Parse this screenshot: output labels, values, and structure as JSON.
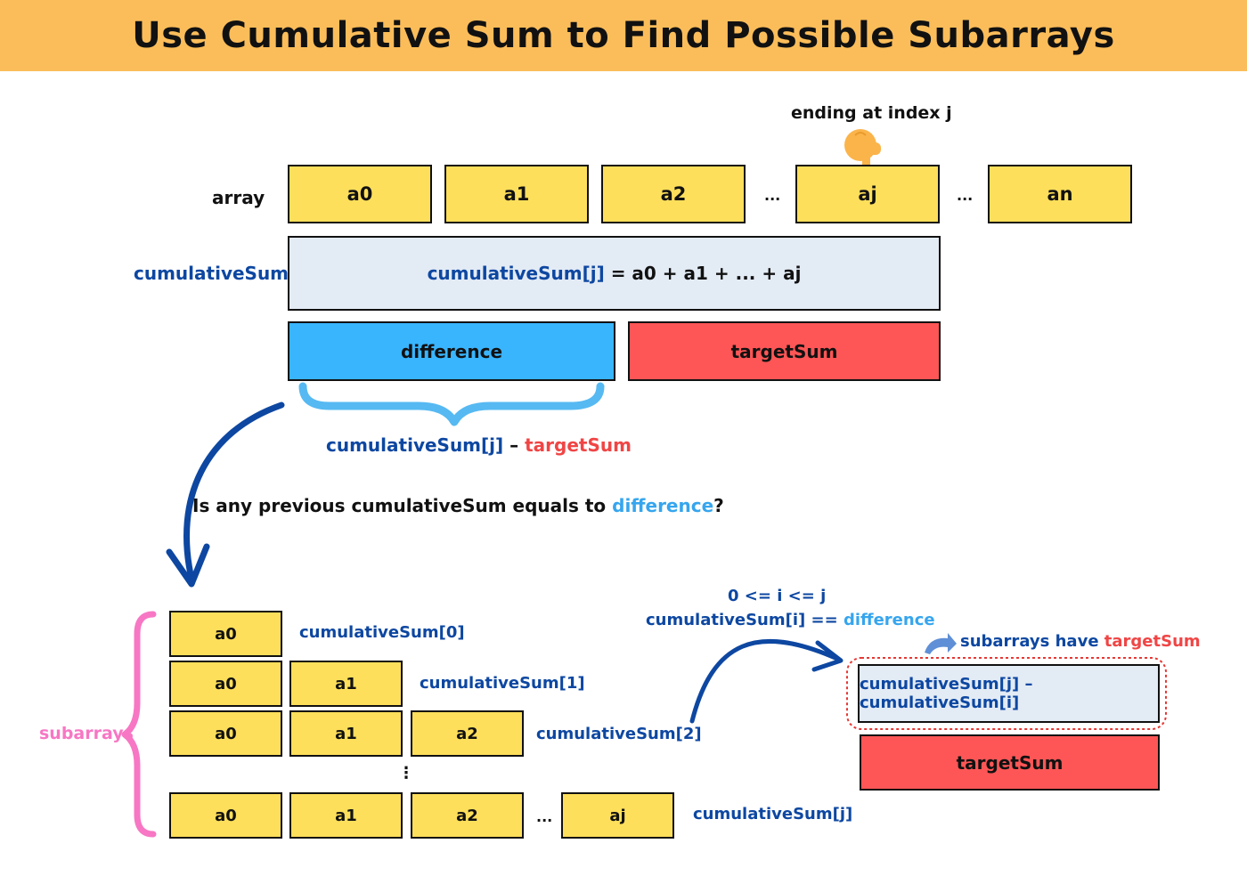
{
  "title": "Use Cumulative Sum to Find Possible Subarrays",
  "top": {
    "pointer_label": "ending at index j",
    "array_label": "array",
    "array_cells": [
      "a0",
      "a1",
      "a2",
      "aj",
      "an"
    ],
    "ellipsis": "...",
    "cumsum_label": "cumulativeSum",
    "cumsum_formula_name": "cumulativeSum[j]",
    "cumsum_formula_rest": " = a0 + a1 + ... + aj",
    "difference_label": "difference",
    "targetsum_label": "targetSum",
    "brace_formula_left": "cumulativeSum[j]",
    "brace_formula_minus": " – ",
    "brace_formula_right": "targetSum"
  },
  "question": {
    "prefix": "Is any previous cumulativeSum equals to ",
    "highlight": "difference",
    "suffix": "?"
  },
  "subarrays": {
    "label": "subarrays",
    "rows": [
      {
        "cells": [
          "a0"
        ],
        "cumsum": "cumulativeSum[0]"
      },
      {
        "cells": [
          "a0",
          "a1"
        ],
        "cumsum": "cumulativeSum[1]"
      },
      {
        "cells": [
          "a0",
          "a1",
          "a2"
        ],
        "cumsum": "cumulativeSum[2]"
      },
      {
        "cells": [
          "a0",
          "a1",
          "a2",
          "aj"
        ],
        "cumsum": "cumulativeSum[j]"
      }
    ],
    "vertical_dots": "⋮",
    "ellipsis": "..."
  },
  "condition": {
    "range": "0 <= i <= j",
    "eq_left": "cumulativeSum[i] == ",
    "eq_right": "difference"
  },
  "result": {
    "caption_prefix": "subarrays have ",
    "caption_highlight": "targetSum",
    "formula": "cumulativeSum[j] – cumulativeSum[i]",
    "targetsum_label": "targetSum"
  },
  "colors": {
    "banner": "#fbbd5a",
    "cell_yellow": "#fedf5b",
    "cumsum_bg": "#e3ebf5",
    "difference_blue": "#39b5fd",
    "target_red": "#fe5656",
    "dark_blue_text": "#0d47a1",
    "pink_brace": "#f777c4"
  },
  "icons": [
    "pointing-hand-icon",
    "curved-arrow-icon",
    "brace-icon"
  ]
}
